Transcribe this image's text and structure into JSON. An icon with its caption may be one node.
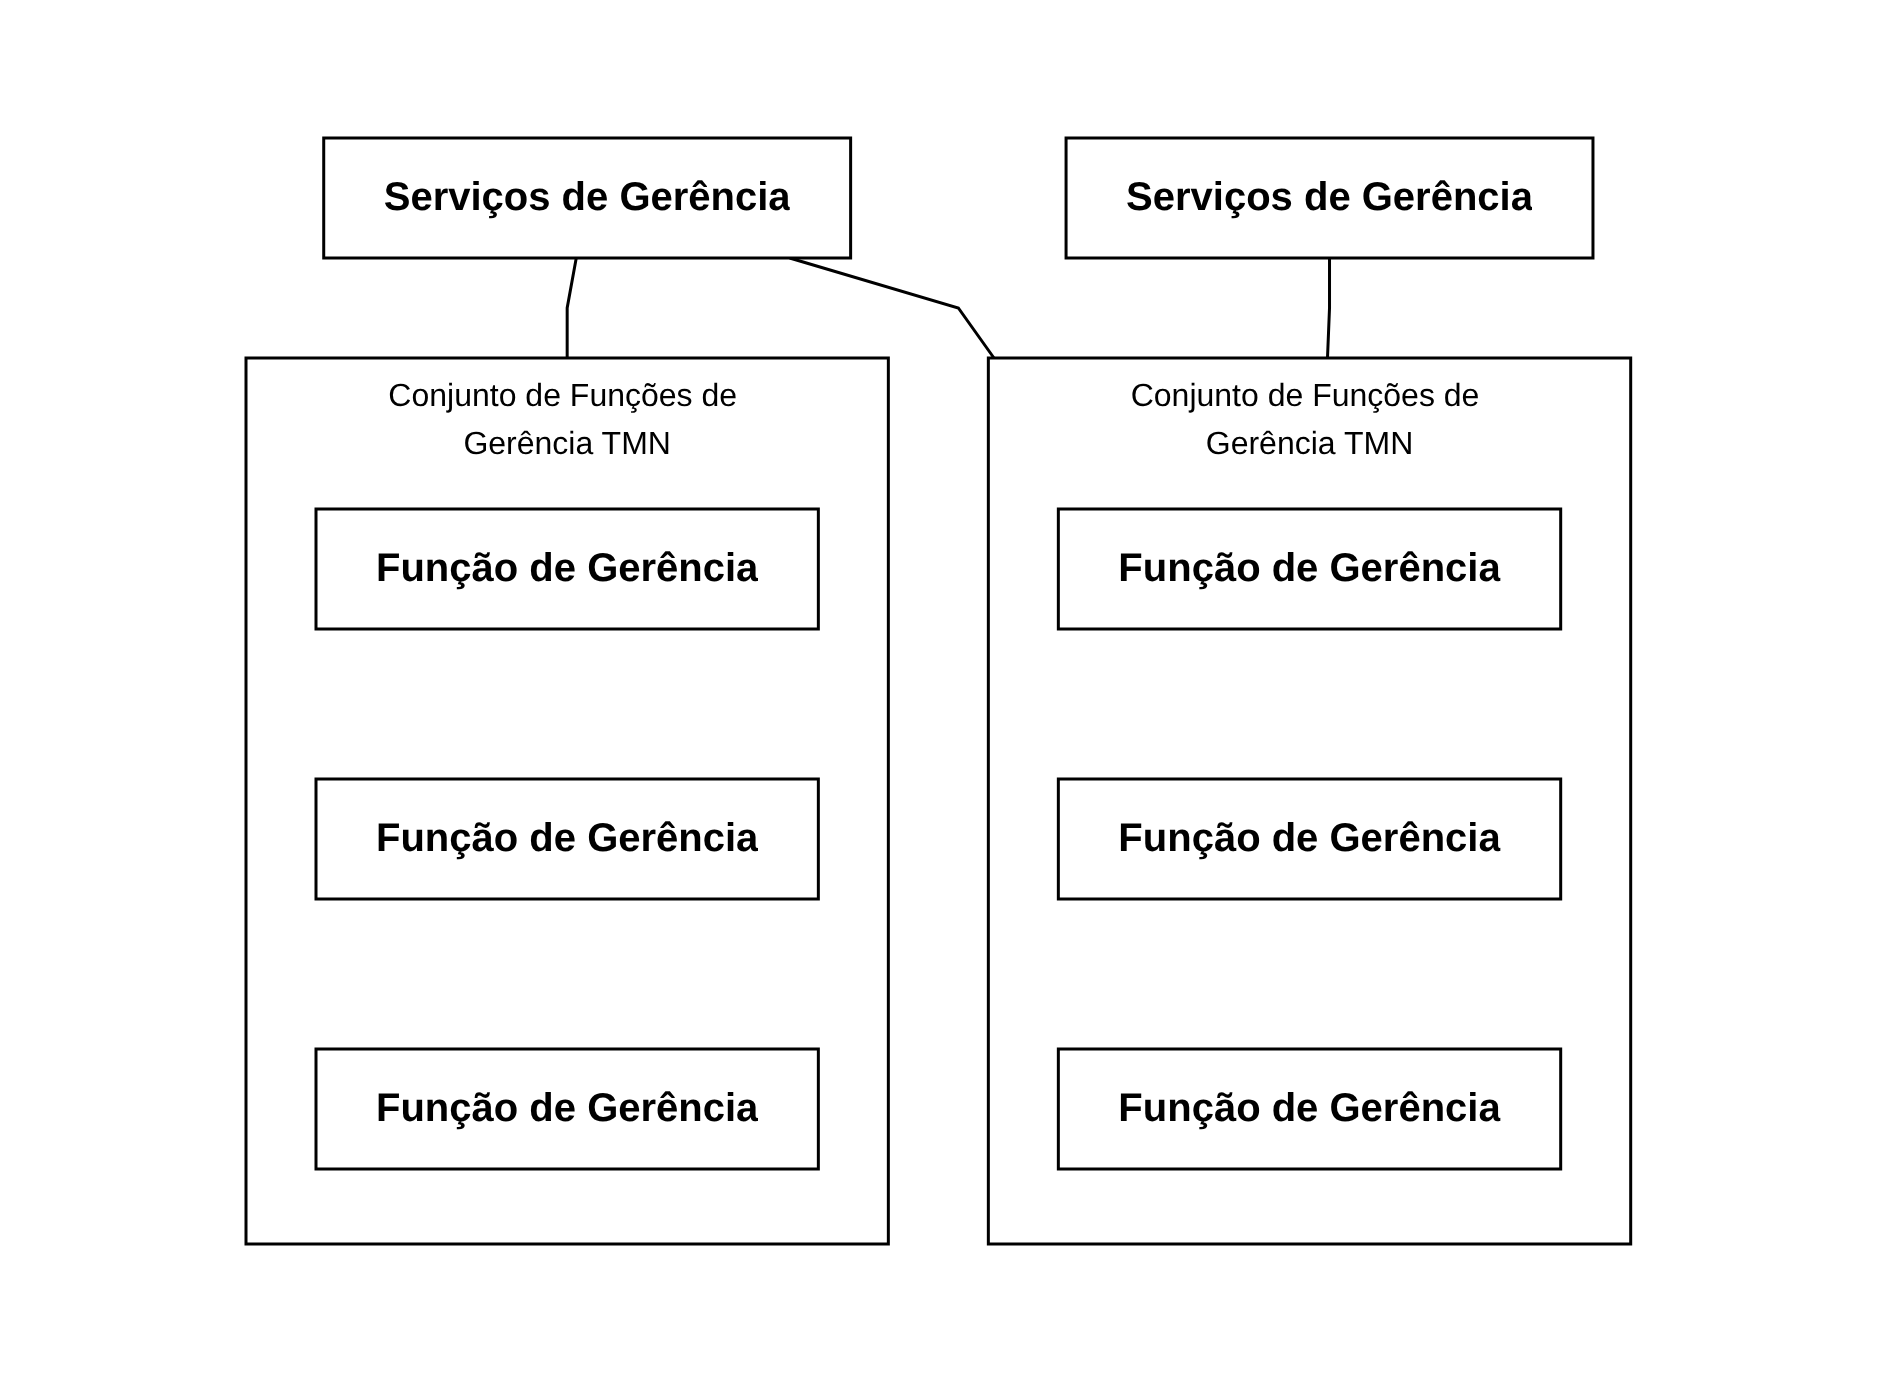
{
  "diagram": {
    "nodes": [
      {
        "text": [
          "Serviços de Gerência"
        ]
      },
      {
        "text": [
          "Serviços de Gerência"
        ]
      },
      {
        "text": [
          "Conjunto de Funções de Gerência TMN"
        ]
      },
      {
        "text": [
          "Função de Gerência"
        ],
        "in": 2
      },
      {
        "text": [
          "Função de Gerência"
        ],
        "in": 2
      },
      {
        "text": [
          "Função de Gerência"
        ],
        "in": 2
      },
      {
        "text": [
          "Conjunto de Funções de Gerência TMN"
        ]
      },
      {
        "text": [
          "Função de Gerência"
        ],
        "in": 6
      },
      {
        "text": [
          "Função de Gerência"
        ],
        "in": 6
      },
      {
        "text": [
          "Função de Gerência"
        ],
        "in": 6
      }
    ],
    "edges": [
      {
        "from": 0,
        "to": 2,
        "arrow": "none"
      },
      {
        "from": 0,
        "to": 6,
        "arrow": "none"
      },
      {
        "from": 1,
        "to": 6,
        "arrow": "none"
      }
    ]
  }
}
